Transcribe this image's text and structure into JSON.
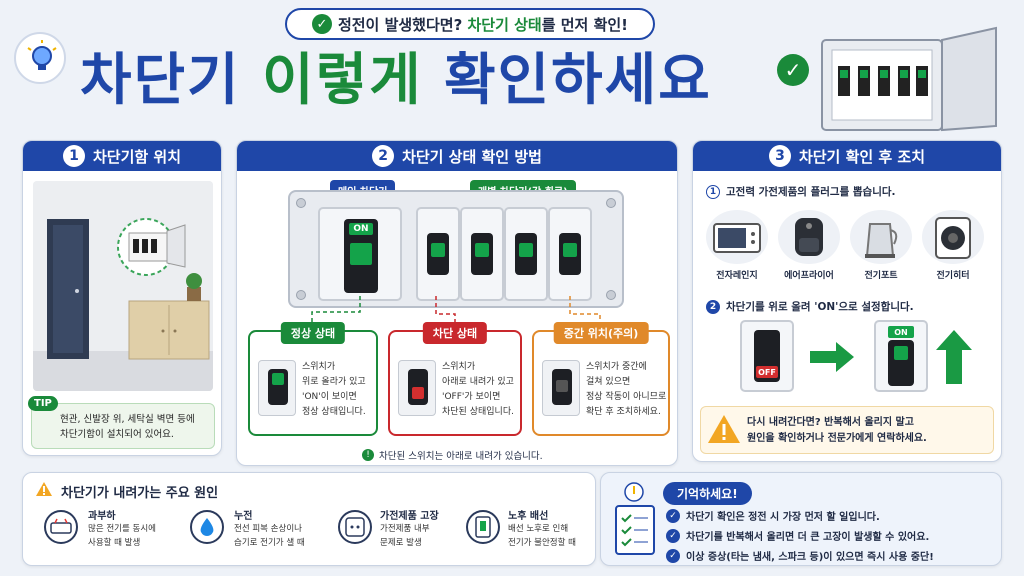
{
  "banner": {
    "text_a": "정전이 발생했다면? ",
    "text_b": "차단기 상태",
    "text_c": "를 먼저 확인!"
  },
  "title": {
    "part1": "차단기 ",
    "part2": "이렇게",
    "part3": " 확인하세요"
  },
  "section1": {
    "num": "1",
    "title": "차단기함 위치",
    "tip_badge": "TIP",
    "tip_text": "현관, 신발장 위, 세탁실 벽면 등에\n차단기함이 설치되어 있어요."
  },
  "section2": {
    "num": "2",
    "title": "차단기 상태 확인 방법",
    "main_tag": "메인 차단기",
    "branch_tag": "개별 차단기(각 회로)",
    "on_label": "ON",
    "states": [
      {
        "title": "정상 상태",
        "text": "스위치가\n위로 올라가 있고\n'ON'이 보이면\n정상 상태입니다."
      },
      {
        "title": "차단 상태",
        "text": "스위치가\n아래로 내려가 있고\n'OFF'가 보이면\n차단된 상태입니다."
      },
      {
        "title": "중간 위치(주의)",
        "text": "스위치가 중간에\n걸쳐 있으면\n정상 작동이 아니므로\n확단 후 조치하세요."
      }
    ],
    "note": "차단된 스위치는 아래로 내려가 있습니다."
  },
  "section3": {
    "num": "3",
    "title": "차단기 확인 후 조치",
    "step1_num": "1",
    "step1": "고전력 가전제품의 플러그를 뽑습니다.",
    "appliances": [
      "전자레인지",
      "에어프라이어",
      "전기포트",
      "전기히터"
    ],
    "step2_num": "2",
    "step2": "차단기를 위로 올려 'ON'으로 설정합니다.",
    "off_label": "OFF",
    "on_label": "ON",
    "warning": "다시 내려간다면? 반복해서 올리지 말고\n원인을 확인하거나 전문가에게 연락하세요."
  },
  "causes": {
    "title": "차단기가 내려가는 주요 원인",
    "items": [
      {
        "name": "과부하",
        "desc": "많은 전기를 동시에\n사용할 때 발생"
      },
      {
        "name": "누전",
        "desc": "전선 피복 손상이나\n습기로 전기가 샐 때"
      },
      {
        "name": "가전제품 고장",
        "desc": "가전제품 내부\n문제로 발생"
      },
      {
        "name": "노후 배선",
        "desc": "배선 노후로 인해\n전기가 불안정할 때"
      }
    ]
  },
  "remember": {
    "title": "기억하세요!",
    "items": [
      "차단기 확인은 정전 시 가장 먼저 할 일입니다.",
      "차단기를 반복해서 올리면 더 큰 고장이 발생할 수 있어요.",
      "이상 증상(타는 냄새, 스파크 등)이 있으면 즉시 사용 중단!"
    ]
  },
  "colors": {
    "navy": "#1f47a8",
    "green": "#1a8a3a",
    "red": "#c9282d",
    "orange": "#e0892a"
  }
}
